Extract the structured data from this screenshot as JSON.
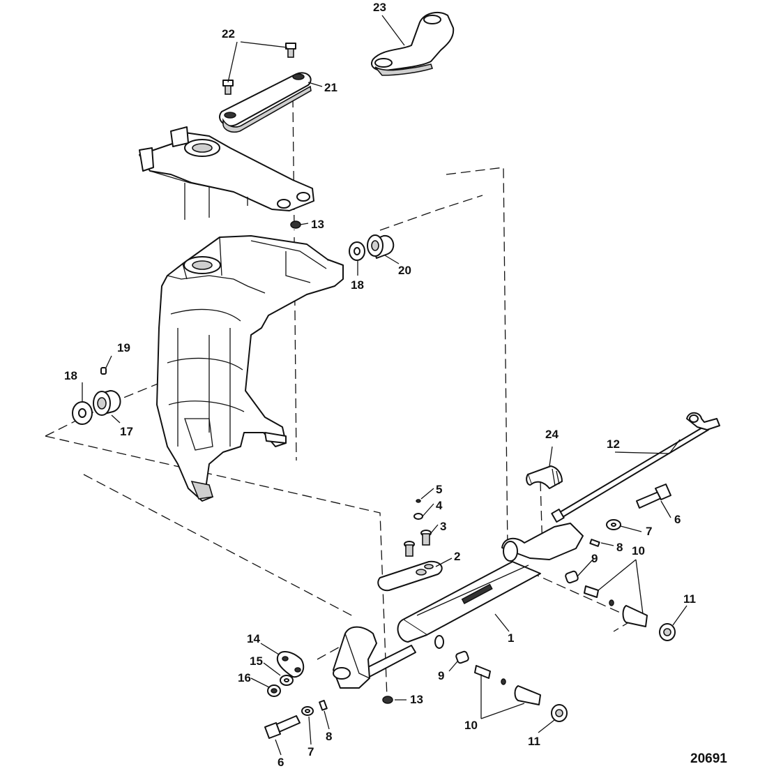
{
  "figure_number": "20691",
  "callouts": [
    "1",
    "2",
    "3",
    "4",
    "5",
    "6",
    "6",
    "7",
    "7",
    "8",
    "8",
    "9",
    "9",
    "10",
    "10",
    "11",
    "11",
    "12",
    "13",
    "13",
    "14",
    "15",
    "16",
    "17",
    "18",
    "18",
    "19",
    "20",
    "21",
    "22",
    "23",
    "24"
  ]
}
